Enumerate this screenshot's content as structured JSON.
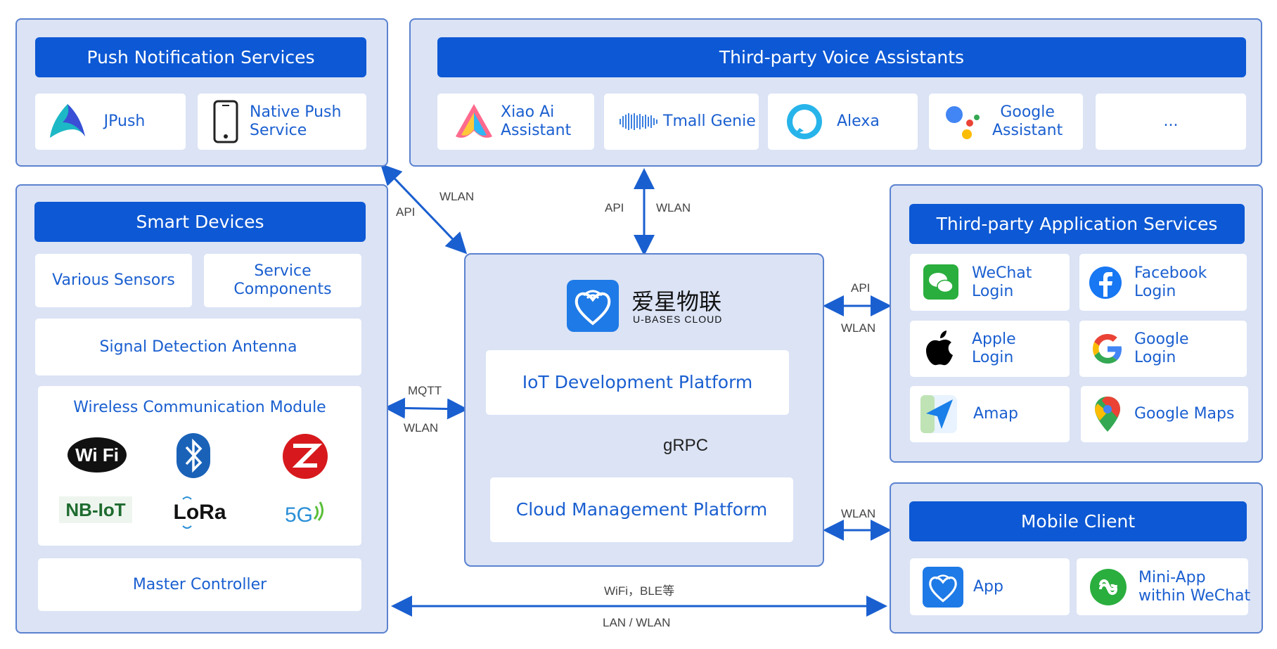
{
  "push": {
    "title": "Push Notification Services",
    "jpush": "JPush",
    "native": "Native Push\nService"
  },
  "voice": {
    "title": "Third-party Voice Assistants",
    "xiaoai": "Xiao Ai\nAssistant",
    "tmall": "Tmall Genie",
    "alexa": "Alexa",
    "google": "Google\nAssistant",
    "more": "..."
  },
  "smart": {
    "title": "Smart Devices",
    "sensors": "Various Sensors",
    "service": "Service\nComponents",
    "antenna": "Signal Detection Antenna",
    "wireless": "Wireless Communication Module",
    "master": "Master Controller",
    "wifi": "Wi Fi",
    "nbiot": "NB-IoT",
    "lora": "LoRa",
    "fiveg": "5G"
  },
  "center": {
    "brand_cn": "爱星物联",
    "brand_en": "U-BASES CLOUD",
    "iot": "IoT Development Platform",
    "grpc": "gRPC",
    "cloud": "Cloud Management Platform"
  },
  "apps": {
    "title": "Third-party Application Services",
    "wechat": "WeChat\nLogin",
    "facebook": "Facebook\nLogin",
    "apple": "Apple\nLogin",
    "google": "Google\nLogin",
    "amap": "Amap",
    "gmaps": "Google Maps"
  },
  "mobile": {
    "title": "Mobile Client",
    "app": "App",
    "mini": "Mini-App\nwithin WeChat"
  },
  "links": {
    "push_api": "API",
    "push_wlan": "WLAN",
    "voice_api": "API",
    "voice_wlan": "WLAN",
    "apps_api": "API",
    "apps_wlan": "WLAN",
    "mqtt": "MQTT",
    "smart_wlan": "WLAN",
    "mobile_wlan": "WLAN",
    "bottom_top": "WiFi，BLE等",
    "bottom_bottom": "LAN / WLAN"
  },
  "colors": {
    "header": "#0d58d4",
    "group_bg": "#dbe3f5",
    "group_border": "#5b82cf",
    "text_blue": "#1a5fd0",
    "arrow": "#1a5fd0"
  }
}
